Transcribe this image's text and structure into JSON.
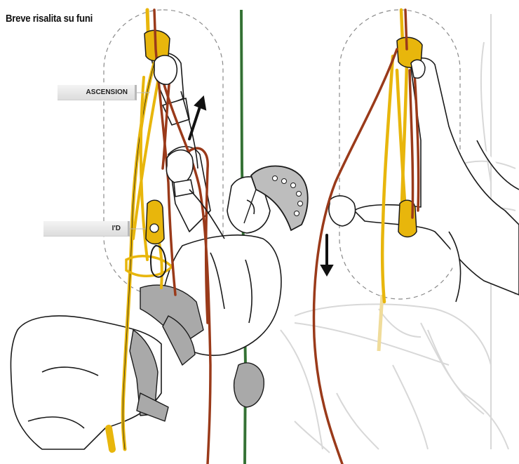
{
  "title": "Breve risalita su funi",
  "labels": {
    "ascension": "ASCENSION",
    "id": "I'D"
  },
  "colors": {
    "yellow_rope": "#e8b60c",
    "red_rope": "#9a3a1a",
    "green_rope": "#3a7d3a",
    "outline": "#1a1a1a",
    "harness_gray": "#a9a9a9",
    "faded": "#d9d9d9"
  },
  "icons": [
    "up-arrow-icon",
    "down-arrow-icon"
  ]
}
